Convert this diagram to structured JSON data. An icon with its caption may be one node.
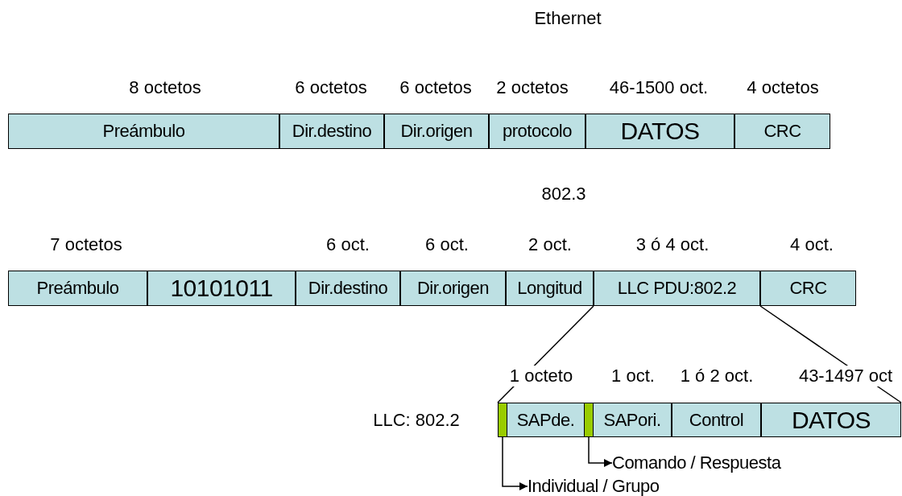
{
  "diagram": {
    "nodes": [
      {
        "text": [
          "Preámbulo"
        ],
        "beside": [
          "8 octetos"
        ]
      },
      {
        "text": [
          "Dir.destino"
        ],
        "beside": [
          "6 octetos"
        ]
      },
      {
        "text": [
          "Dir.origen"
        ],
        "beside": [
          "6 octetos"
        ]
      },
      {
        "text": [
          "protocolo"
        ],
        "beside": [
          "2 octetos"
        ]
      },
      {
        "text": [
          "DATOS"
        ],
        "beside": [
          "46-1500 oct."
        ]
      },
      {
        "text": [
          "CRC"
        ],
        "beside": [
          "4 octetos"
        ]
      },
      {
        "text": [
          "Preámbulo"
        ],
        "beside": [
          "7 octetos"
        ]
      },
      {
        "text": [
          "10101011"
        ]
      },
      {
        "text": [
          "Dir.destino"
        ],
        "beside": [
          "6 oct."
        ]
      },
      {
        "text": [
          "Dir.origen"
        ],
        "beside": [
          "6 oct."
        ]
      },
      {
        "text": [
          "Longitud"
        ],
        "beside": [
          "2 oct."
        ]
      },
      {
        "text": [
          "LLC PDU:802.2"
        ],
        "beside": [
          "3 ó 4 oct."
        ]
      },
      {
        "text": [
          "CRC"
        ],
        "beside": [
          "4 oct."
        ]
      },
      {
        "text": [],
        "shape": "bar"
      },
      {
        "text": [
          "SAPde."
        ],
        "beside": [
          "1 octeto"
        ]
      },
      {
        "text": [],
        "shape": "bar"
      },
      {
        "text": [
          "SAPori."
        ],
        "beside": [
          "1 oct."
        ]
      },
      {
        "text": [
          "Control"
        ],
        "beside": [
          "1 ó 2 oct."
        ]
      },
      {
        "text": [
          "DATOS"
        ],
        "beside": [
          "43-1497 oct"
        ]
      },
      {
        "text": [
          "Comando / Respuesta"
        ]
      },
      {
        "text": [
          "Individual / Grupo"
        ]
      }
    ],
    "edges": [
      {
        "from": 11,
        "to": 13,
        "arrow": "none"
      },
      {
        "from": 11,
        "to": 18,
        "arrow": "none"
      },
      {
        "from": 15,
        "to": 19,
        "arrow": "to"
      },
      {
        "from": 13,
        "to": 20,
        "arrow": "to"
      }
    ],
    "labels": [
      "Ethernet",
      "802.3",
      "LLC: 802.2"
    ]
  }
}
